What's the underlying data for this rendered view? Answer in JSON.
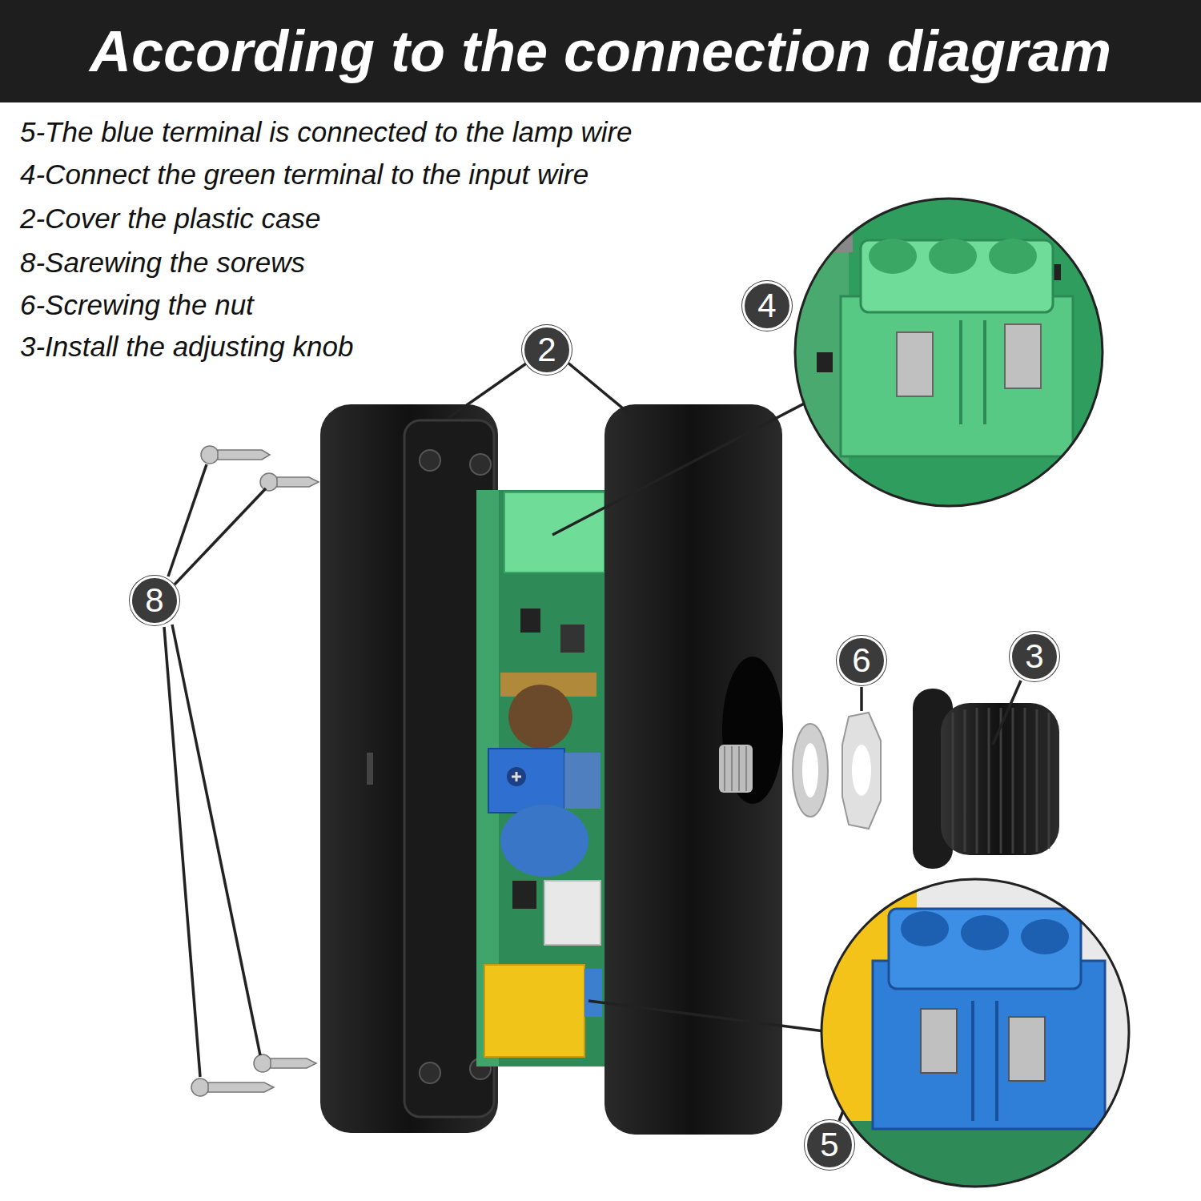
{
  "diagram": {
    "title": "According to the connection diagram",
    "nodes": [
      {
        "text": [
          "4"
        ]
      },
      {
        "text": [
          "2"
        ]
      },
      {
        "text": [
          "8"
        ]
      },
      {
        "text": [
          "6"
        ]
      },
      {
        "text": [
          "3"
        ]
      },
      {
        "text": [
          "5"
        ]
      }
    ],
    "labels": [
      "5-The blue terminal is connected to the lamp wire",
      "4-Connect the green terminal to the input wire",
      "2-Cover the plastic case",
      "8-Sarewing the sorews",
      "6-Screwing the nut",
      "3-Install the adjusting knob"
    ]
  }
}
